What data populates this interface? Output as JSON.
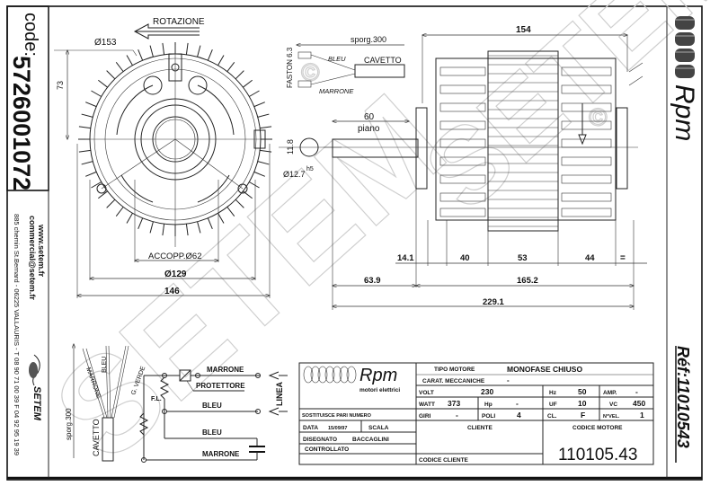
{
  "sidebar_left": {
    "code_label": "code:",
    "code_value": "5726001072",
    "website": "www.setem.fr",
    "email": "commercial@setem.fr",
    "address": "885 chemin St.Bernard  -  06225 VALLAURIS  -  T 08 90 71 00 39  F 04 92 95 19 39",
    "brand_logo_text": "SETEM"
  },
  "sidebar_right": {
    "brand": "Rpm",
    "reference": "Réf:11010543"
  },
  "watermark": {
    "text": "SETEM",
    "copyright_symbol": "©"
  },
  "front_view": {
    "rotation_label": "ROTAZIONE",
    "outer_diameter": "Ø153",
    "height_dim": "73",
    "coupling_dim": "ACCOPP.Ø62",
    "mount_diameter": "Ø129",
    "width_dim": "146"
  },
  "cable_view": {
    "length_label": "sporg.300",
    "faston_label": "FASTON 6.3",
    "wire_1": "BLEU",
    "wire_2": "MARRONE",
    "cable_label": "CAVETTO"
  },
  "shaft_view": {
    "flat_length": "60",
    "flat_label": "piano",
    "flat_height": "11.8",
    "shaft_diameter": "Ø12.7",
    "tolerance": "h5"
  },
  "side_view": {
    "overall_body": "154",
    "dims_row1": [
      "14.1",
      "40",
      "53",
      "44",
      "="
    ],
    "dims_row2": [
      "63.9",
      "165.2"
    ],
    "total_length": "229.1"
  },
  "wiring_cable": {
    "length_label": "sporg.300",
    "cable_label": "CAVETTO",
    "wires": [
      "MARRONE",
      "BLEU",
      "G. VERDE"
    ]
  },
  "schematic": {
    "line_1": "MARRONE",
    "protector": "PROTETTORE",
    "fl_label": "F.L.",
    "line_2": "BLEU",
    "line_3": "BLEU",
    "line_4": "MARRONE",
    "supply_label": "LINEA"
  },
  "title_block": {
    "logo_text": "Rpm",
    "logo_sub": "motori elettrici",
    "substitutes_label": "SOSTITUISCE PARI NUMERO",
    "date_label": "DATA",
    "date_value": "15/09/97",
    "scale_label": "SCALA",
    "drawn_label": "DISEGNATO",
    "drawn_value": "BACCAGLINI",
    "checked_label": "CONTROLLATO",
    "motor_type_label": "TIPO MOTORE",
    "motor_type_value": "MONOFASE CHIUSO",
    "mech_label": "CARAT. MECCANICHE",
    "mech_value": "-",
    "volt_label": "VOLT",
    "volt_value": "230",
    "hz_label": "Hz",
    "hz_value": "50",
    "amp_label": "AMP.",
    "amp_value": "-",
    "watt_label": "WATT",
    "watt_value": "373",
    "hp_label": "Hp",
    "hp_value": "-",
    "uf_label": "UF",
    "uf_value": "10",
    "vc_label": "VC",
    "vc_value": "450",
    "rpm_label": "GIRI",
    "rpm_value": "-",
    "poles_label": "POLI",
    "poles_value": "4",
    "class_label": "CL.",
    "class_value": "F",
    "speeds_label": "N°VEL.",
    "speeds_value": "1",
    "client_label": "CLIENTE",
    "client_code_label": "CODICE CLIENTE",
    "motor_code_label": "CODICE MOTORE",
    "motor_code_value": "110105.43"
  }
}
